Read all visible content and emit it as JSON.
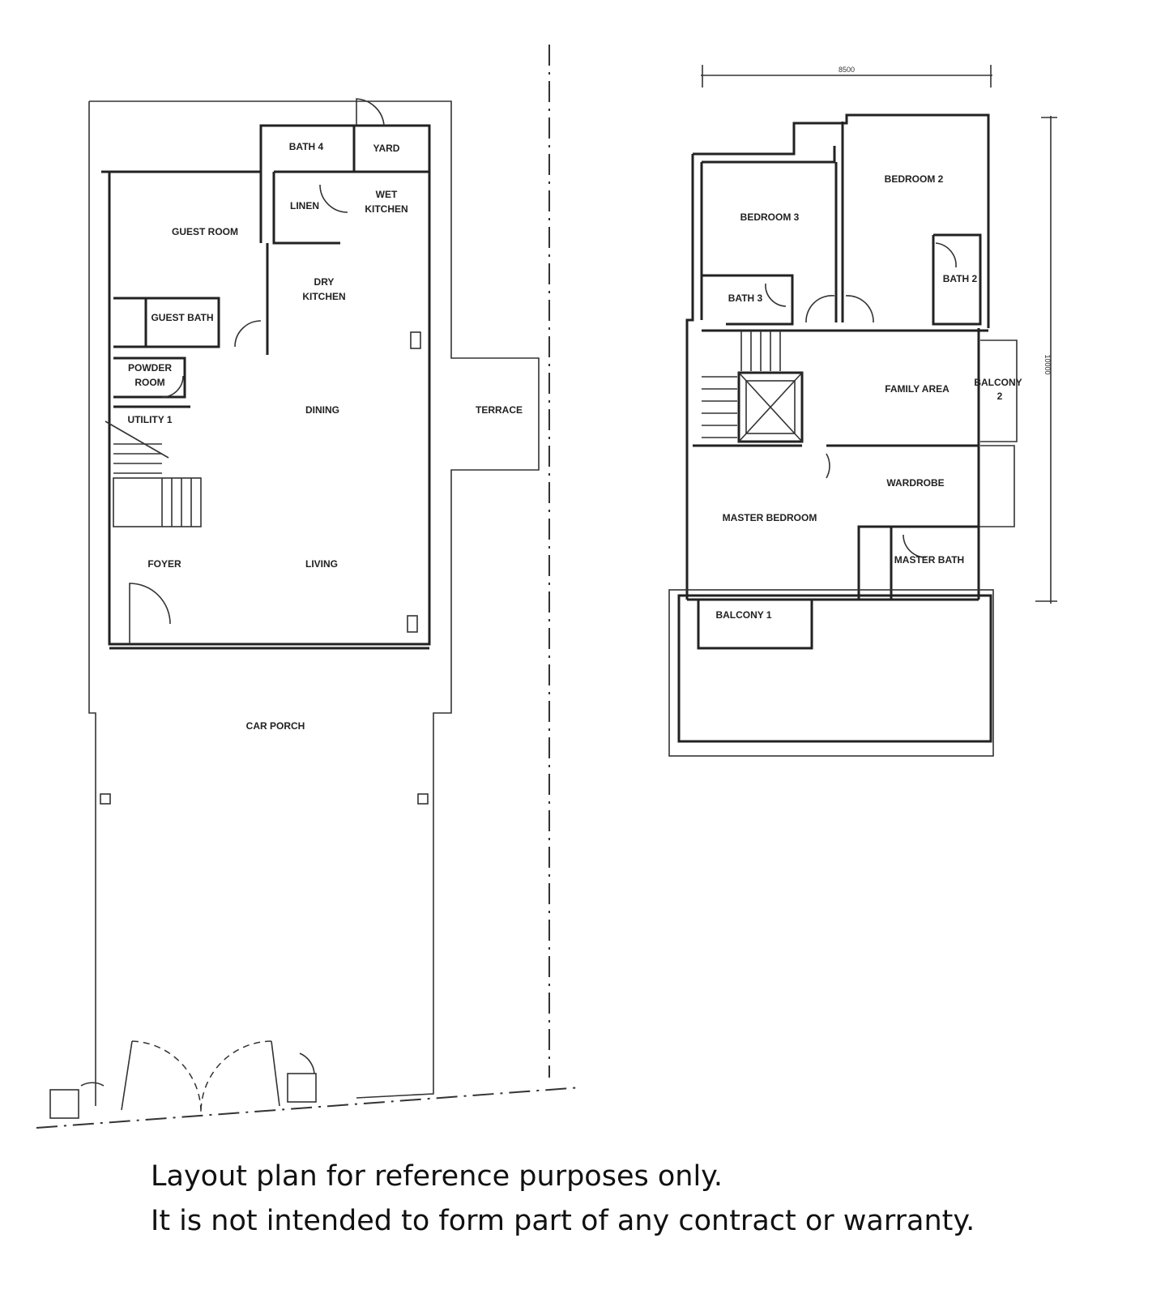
{
  "ground_floor": {
    "rooms": {
      "bath4": "BATH 4",
      "yard": "YARD",
      "linen": "LINEN",
      "wet_kitchen_1": "WET",
      "wet_kitchen_2": "KITCHEN",
      "guest_room": "GUEST ROOM",
      "dry_kitchen_1": "DRY",
      "dry_kitchen_2": "KITCHEN",
      "guest_bath": "GUEST BATH",
      "powder_room_1": "POWDER",
      "powder_room_2": "ROOM",
      "utility": "UTILITY 1",
      "dining": "DINING",
      "terrace": "TERRACE",
      "foyer": "FOYER",
      "living": "LIVING",
      "car_porch": "CAR PORCH"
    }
  },
  "first_floor": {
    "dimension_width": "8500",
    "dimension_depth": "10000",
    "rooms": {
      "bedroom2": "BEDROOM 2",
      "bedroom3": "BEDROOM 3",
      "bath2": "BATH 2",
      "bath3": "BATH 3",
      "family_area": "FAMILY AREA",
      "balcony2_1": "BALCONY",
      "balcony2_2": "2",
      "wardrobe": "WARDROBE",
      "master_bedroom": "MASTER BEDROOM",
      "master_bath": "MASTER BATH",
      "balcony1": "BALCONY 1"
    }
  },
  "caption": {
    "line1": "Layout plan for reference purposes only.",
    "line2": "It is not intended to form part of any contract or warranty."
  }
}
